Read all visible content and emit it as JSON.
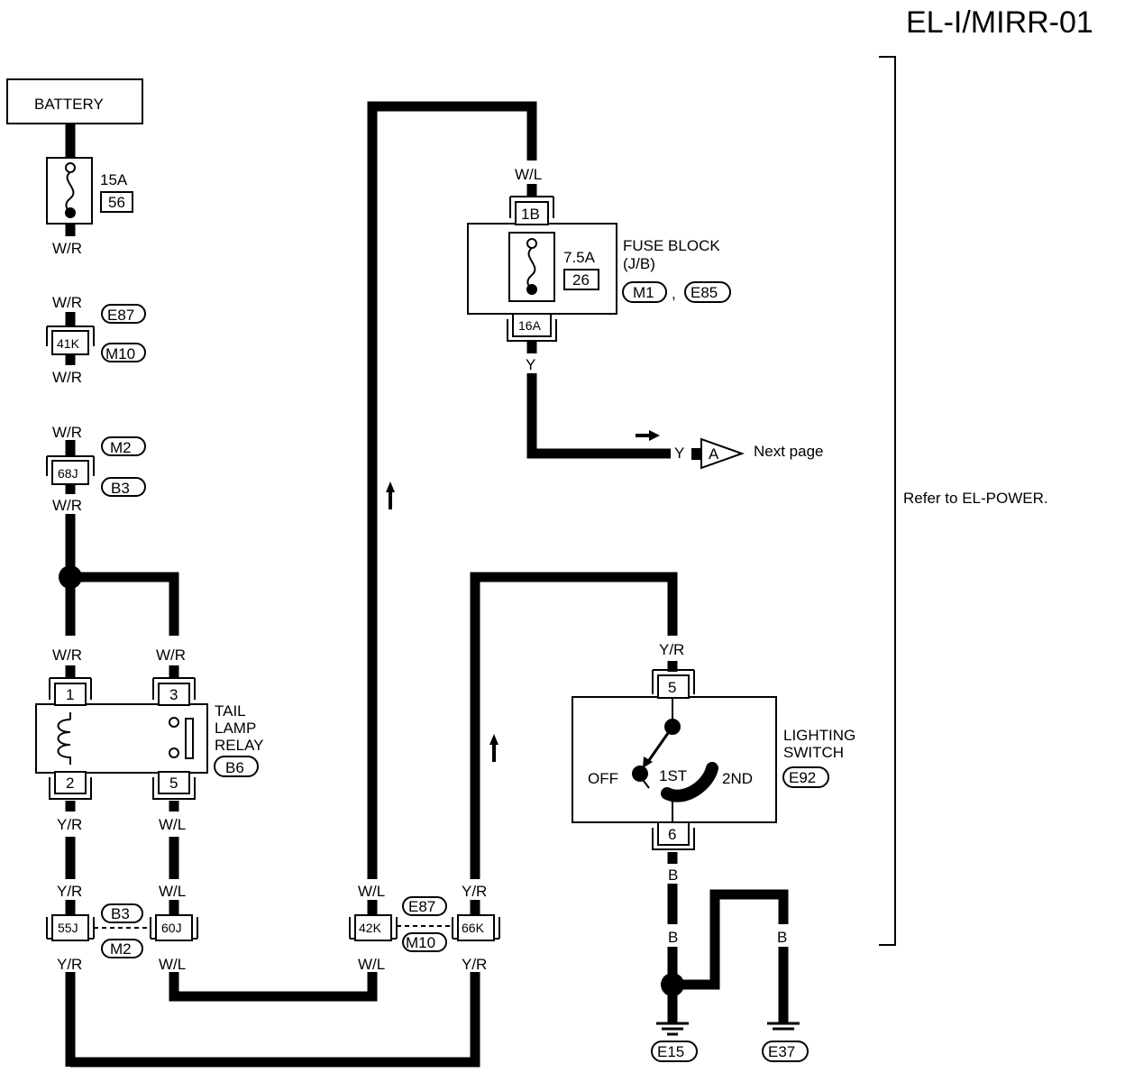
{
  "page_id": "EL-I/MIRR-01",
  "refer_note": "Refer to EL-POWER.",
  "battery": "BATTERY",
  "fuse_main": {
    "rating": "15A",
    "number": "56"
  },
  "fuse_block": {
    "title_line1": "FUSE BLOCK",
    "title_line2": "(J/B)",
    "fuse_rating": "7.5A",
    "fuse_number": "26",
    "terminal_in": "1B",
    "terminal_out": "16A",
    "conn1": "M1",
    "conn2": "E85",
    "sep": ","
  },
  "next_page": {
    "wire": "Y",
    "ref": "A",
    "text": "Next page"
  },
  "tail_lamp_relay": {
    "line1": "TAIL",
    "line2": "LAMP",
    "line3": "RELAY",
    "conn": "B6",
    "pins": [
      "1",
      "2",
      "3",
      "5"
    ]
  },
  "lighting_switch": {
    "line1": "LIGHTING",
    "line2": "SWITCH",
    "conn": "E92",
    "pin_top": "5",
    "pin_bottom": "6",
    "pos_off": "OFF",
    "pos_1st": "1ST",
    "pos_2nd": "2ND"
  },
  "connectors": {
    "c41k": {
      "pin": "41K",
      "a": "E87",
      "b": "M10"
    },
    "c68j": {
      "pin": "68J",
      "a": "M2",
      "b": "B3"
    },
    "c55j": {
      "pin": "55J"
    },
    "c60j": {
      "pin": "60J",
      "a": "B3",
      "b": "M2"
    },
    "c42k": {
      "pin": "42K"
    },
    "c66k": {
      "pin": "66K",
      "a": "E87",
      "b": "M10"
    }
  },
  "wire_colors": {
    "wr": "W/R",
    "wl": "W/L",
    "yr": "Y/R",
    "y": "Y",
    "b": "B"
  },
  "grounds": {
    "g1": "E15",
    "g2": "E37"
  }
}
